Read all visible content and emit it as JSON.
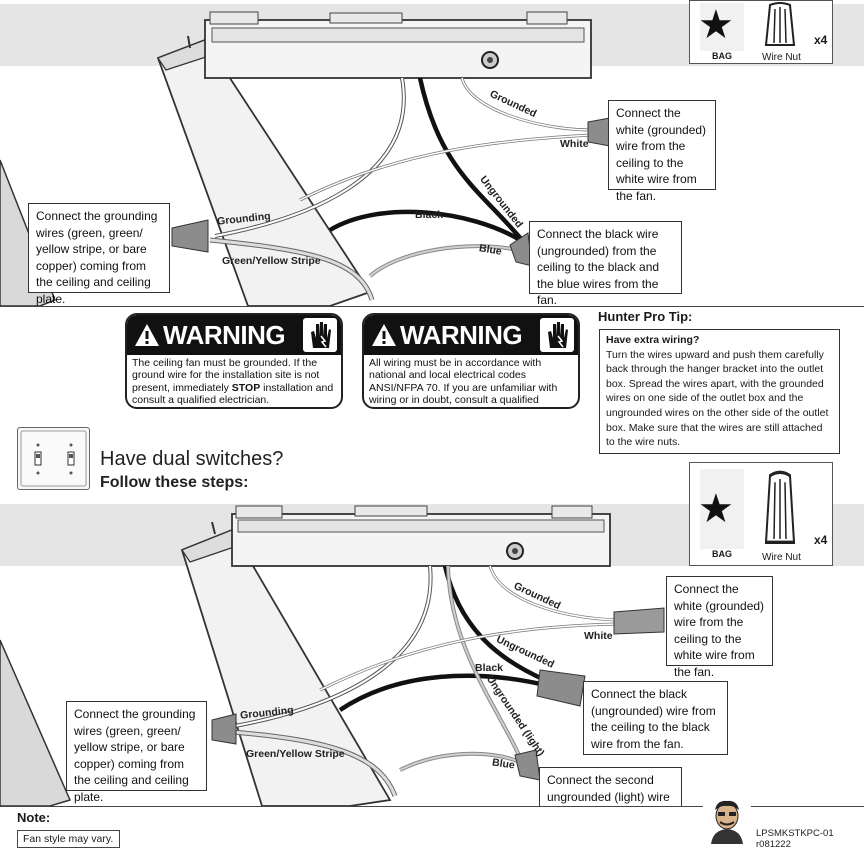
{
  "top": {
    "kit": {
      "bag_label": "BAG",
      "nut_label": "Wire Nut",
      "count": "x4"
    },
    "wire_labels": {
      "grounded": "Grounded",
      "white": "White",
      "ungrounded": "Ungrounded",
      "black": "Black",
      "blue": "Blue",
      "grounding": "Grounding",
      "green_yellow": "Green/Yellow Stripe"
    },
    "callouts": {
      "white": "Connect the white (grounded) wire from the ceiling to the white wire from the fan.",
      "black": "Connect the black wire (ungrounded) from the ceiling to the black and the blue wires from the fan.",
      "ground": "Connect the  grounding wires (green, green/ yellow stripe, or bare copper) coming from the ceiling and ceiling plate."
    }
  },
  "warnings": [
    {
      "title": "WARNING",
      "text_before": "The ceiling fan must be grounded. If the ground wire for the installation site is not present, immediately ",
      "text_bold": "STOP",
      "text_after": " installation and consult a qualified electrician."
    },
    {
      "title": "WARNING",
      "text_before": "All wiring must be in accordance with national and local electrical codes ANSI/NFPA 70.  If you are unfamiliar with wiring or in doubt, consult a qualified electrician.",
      "text_bold": "",
      "text_after": ""
    }
  ],
  "pro_tip": {
    "heading": "Hunter Pro Tip:",
    "title": "Have extra wiring?",
    "body": "Turn the wires upward and push them carefully back through the hanger bracket into the outlet box. Spread the wires apart, with the grounded wires on one side of the outlet box and the ungrounded wires on the other side of the outlet box. Make sure that the wires are still attached to the wire nuts."
  },
  "dual": {
    "title": "Have dual switches?",
    "subtitle": "Follow these steps:"
  },
  "bottom": {
    "kit": {
      "bag_label": "BAG",
      "nut_label": "Wire Nut",
      "count": "x4"
    },
    "wire_labels": {
      "grounded": "Grounded",
      "white": "White",
      "ungrounded": "Ungrounded",
      "ungrounded_light": "Ungrounded (light)",
      "black": "Black",
      "blue": "Blue",
      "grounding": "Grounding",
      "green_yellow": "Green/Yellow Stripe"
    },
    "callouts": {
      "white": "Connect the white (grounded) wire from the ceiling to the white wire from the fan.",
      "black": "Connect the black (ungrounded) wire from the ceiling to the black wire from the fan.",
      "light": "Connect the second ungrounded (light) wire from the ceiling to the blue wire from the fan.",
      "ground": "Connect the  grounding wires (green, green/ yellow stripe, or bare copper) coming from the ceiling and ceiling plate."
    }
  },
  "note": {
    "label": "Note:",
    "text": "Fan style may vary."
  },
  "footer_code": "LPSMKSTKPC-01 r081222",
  "colors": {
    "band": "#e5e5e5",
    "ink": "#111111",
    "wire_gray": "#9a9a9a",
    "connector": "#8c8c8c"
  },
  "icons": [
    "star-icon",
    "wire-nut-icon",
    "warning-triangle-icon",
    "hand-shock-icon",
    "dual-switch-icon",
    "portrait-icon"
  ]
}
